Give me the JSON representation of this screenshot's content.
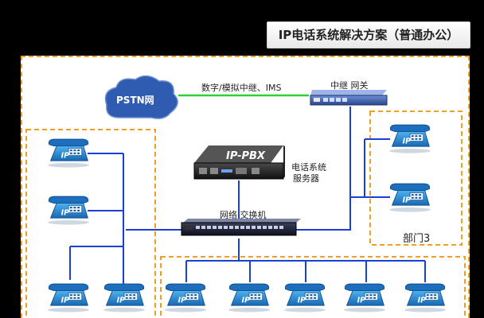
{
  "title": "IP电话系统解决方案（普通办公）",
  "cloud_label": "PSTN网",
  "link_label": "数字/模拟中继、IMS",
  "gateway_label": "中继 网关",
  "pbx_label": "IP-PBX",
  "pbx_caption": [
    "电话系统",
    "服务器"
  ],
  "switch_label": "网络 交换机",
  "dept3_label": "部门3",
  "phone_text": "IP",
  "colors": {
    "border": "#f0a020",
    "line": "#1a3fd6",
    "pstn_link": "#2fcf3a",
    "cloud": "#2f5bb0",
    "phone": "#1f7fc9"
  }
}
